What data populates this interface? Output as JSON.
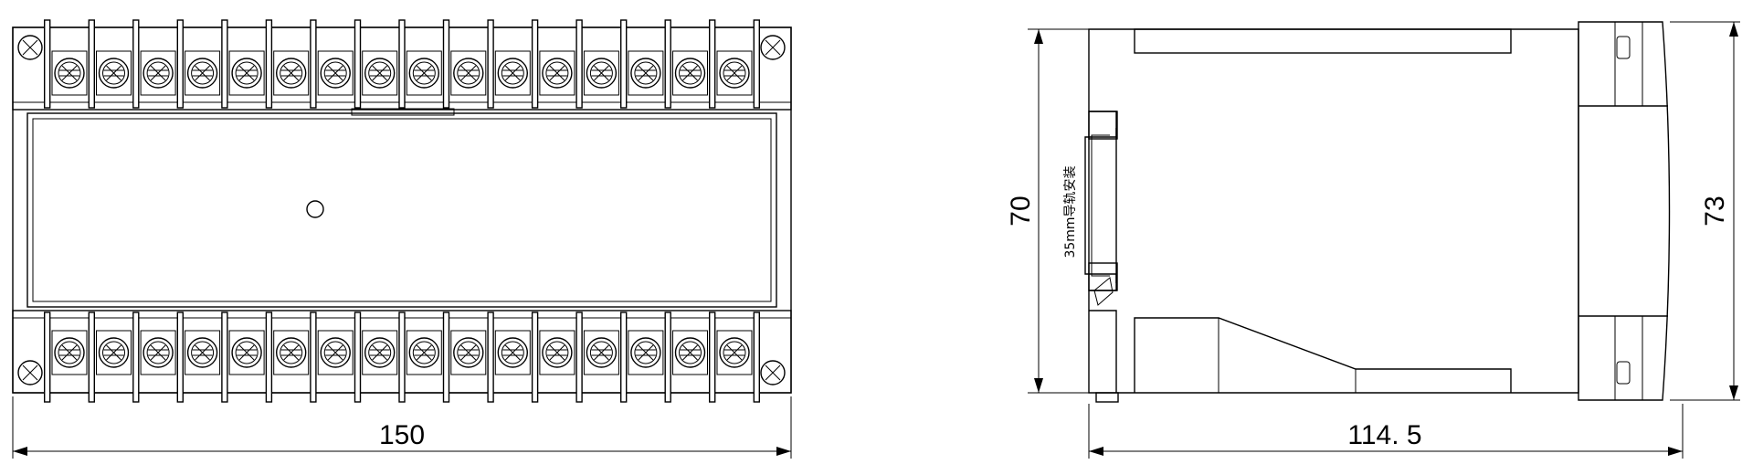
{
  "front_view": {
    "width_dim": "150",
    "terminals_per_row": 16
  },
  "side_view": {
    "depth_dim": "114. 5",
    "height_left_dim": "70",
    "height_right_dim": "73",
    "rail_label": "35mm导轨安装"
  },
  "colors": {
    "line": "#000000",
    "background": "#ffffff"
  }
}
